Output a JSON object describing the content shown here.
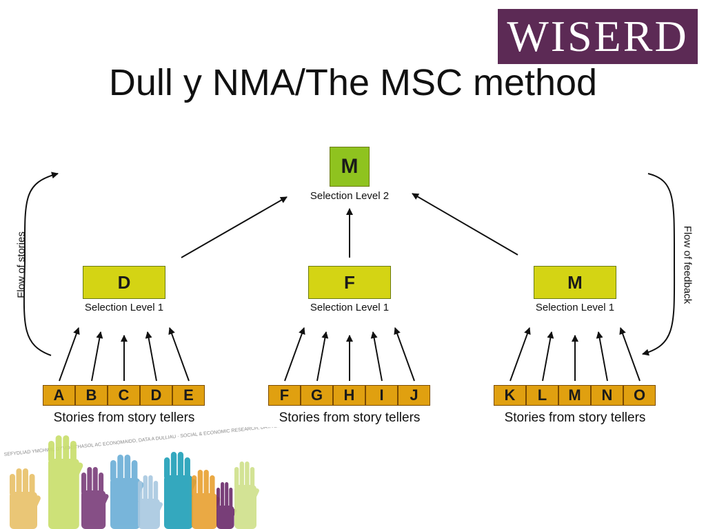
{
  "logo": {
    "text": "WISERD"
  },
  "title": "Dull y NMA/The MSC method",
  "diagram": {
    "top": {
      "letter": "M",
      "label": "Selection Level 2"
    },
    "mid": [
      {
        "letter": "D",
        "label": "Selection Level 1"
      },
      {
        "letter": "F",
        "label": "Selection Level 1"
      },
      {
        "letter": "M",
        "label": "Selection Level 1"
      }
    ],
    "groups": [
      {
        "tellers": [
          "A",
          "B",
          "C",
          "D",
          "E"
        ],
        "label": "Stories from story tellers"
      },
      {
        "tellers": [
          "F",
          "G",
          "H",
          "I",
          "J"
        ],
        "label": "Stories from story tellers"
      },
      {
        "tellers": [
          "K",
          "L",
          "M",
          "N",
          "O"
        ],
        "label": "Stories from story tellers"
      }
    ],
    "flow_left": "Flow of stories",
    "flow_right": "Flow of feedback"
  },
  "footer": {
    "banner_text": "SEFYDLIAD YMCHWIL GYMDEITHASOL AC ECONOMAIDD, DATA A DULLIAU · SOCIAL & ECONOMIC RESEARCH, DATA & METHODS",
    "hand_colors": [
      "#e8c068",
      "#c8de6a",
      "#7a3d7a",
      "#6aaed6",
      "#a8c8e0",
      "#1f9fb8",
      "#e8a030",
      "#6a2a6a",
      "#cfe08a"
    ]
  }
}
